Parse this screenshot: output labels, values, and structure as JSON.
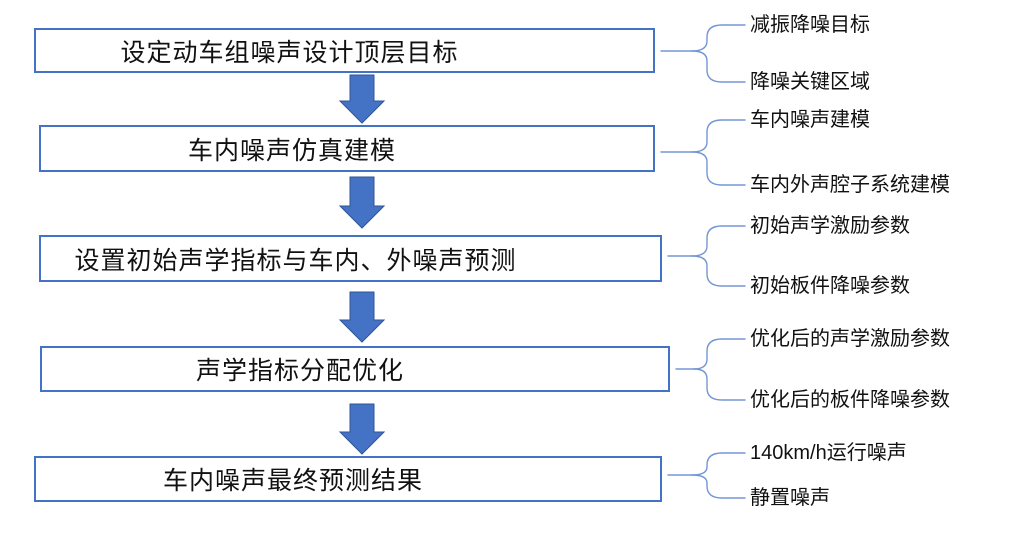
{
  "diagram": {
    "steps": [
      {
        "label": "设定动车组噪声设计顶层目标",
        "outputs": [
          "减振降噪目标",
          "降噪关键区域"
        ]
      },
      {
        "label": "车内噪声仿真建模",
        "outputs": [
          "车内噪声建模",
          "车内外声腔子系统建模"
        ]
      },
      {
        "label": "设置初始声学指标与车内、外噪声预测",
        "outputs": [
          "初始声学激励参数",
          "初始板件降噪参数"
        ]
      },
      {
        "label": "声学指标分配优化",
        "outputs": [
          "优化后的声学激励参数",
          "优化后的板件降噪参数"
        ]
      },
      {
        "label": "车内噪声最终预测结果",
        "outputs": [
          "140km/h运行噪声",
          "静置噪声"
        ]
      }
    ],
    "colors": {
      "box_border": "#4472C4",
      "arrow_fill": "#4472C4",
      "arrow_stroke": "#2F5597",
      "brace_stroke": "#7396D6",
      "text": "#111111"
    }
  }
}
